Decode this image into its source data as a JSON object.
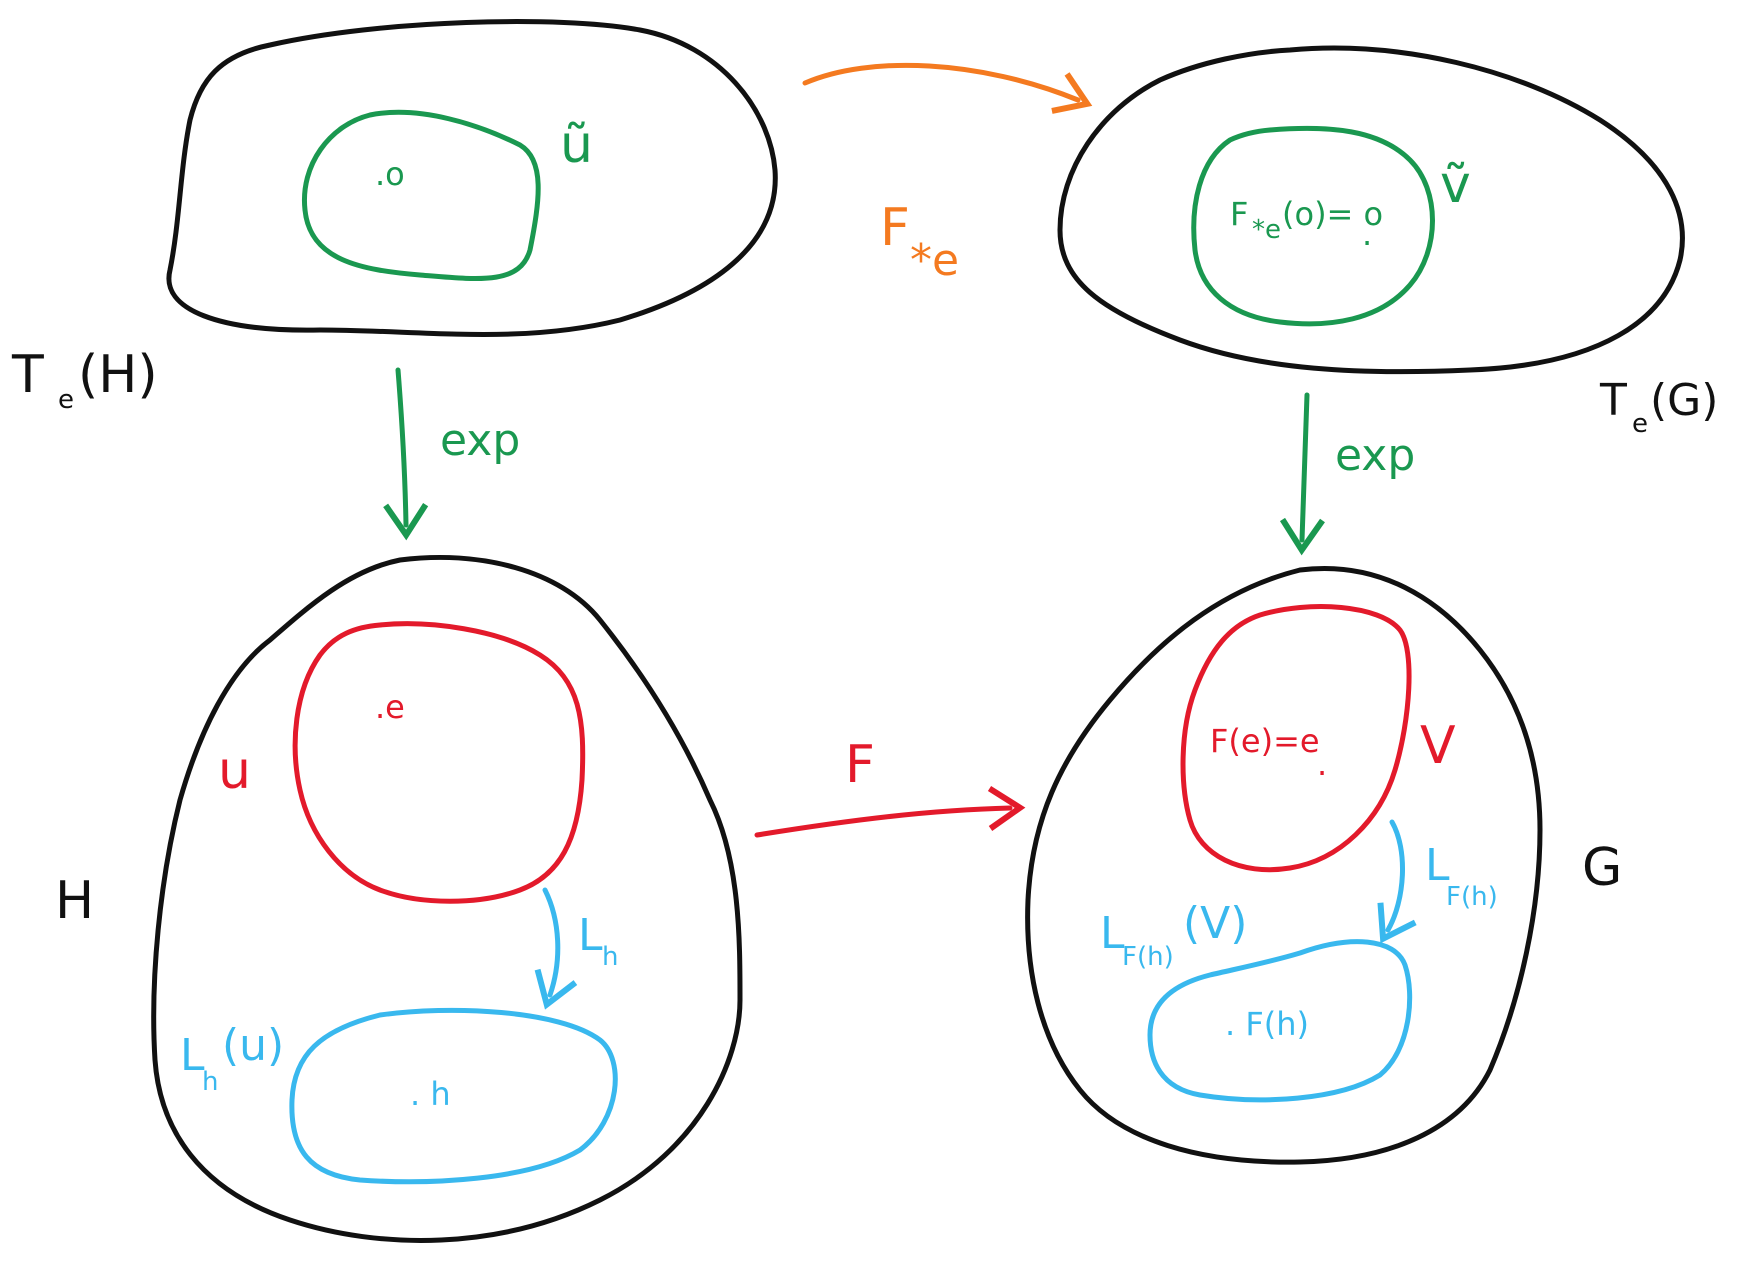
{
  "colors": {
    "black": "#111111",
    "green": "#1a9850",
    "orange": "#f47a20",
    "red": "#e31a2b",
    "cyan": "#39b8ee"
  },
  "top_left": {
    "space_label_main": "T",
    "space_label_sub": "e",
    "space_label_arg": "(H)",
    "set_label": "ũ",
    "point_label": ".o"
  },
  "top_right": {
    "space_label_main": "T",
    "space_label_sub": "e",
    "space_label_arg": "(G)",
    "set_label": "ṽ",
    "point_label_main": "F",
    "point_label_sub": "*e",
    "point_label_rest": "(o)= o",
    "point_dot": "."
  },
  "top_map": {
    "label_main": "F",
    "label_sub": "*e"
  },
  "left_exp": {
    "label": "exp"
  },
  "right_exp": {
    "label": "exp"
  },
  "bottom_left": {
    "space_label": "H",
    "set_label": "u",
    "point_label": ".e",
    "translate_main": "L",
    "translate_sub": "h",
    "image_set_main": "L",
    "image_set_sub": "h",
    "image_set_arg": "(u)",
    "image_point": ". h"
  },
  "bottom_map": {
    "label": "F"
  },
  "bottom_right": {
    "space_label": "G",
    "set_label": "V",
    "point_label": "F(e)=e",
    "point_dot": ".",
    "translate_main": "L",
    "translate_sub": "F(h)",
    "image_set_main": "L",
    "image_set_sub": "F(h)",
    "image_set_arg": "(V)",
    "image_point": ". F(h)"
  }
}
